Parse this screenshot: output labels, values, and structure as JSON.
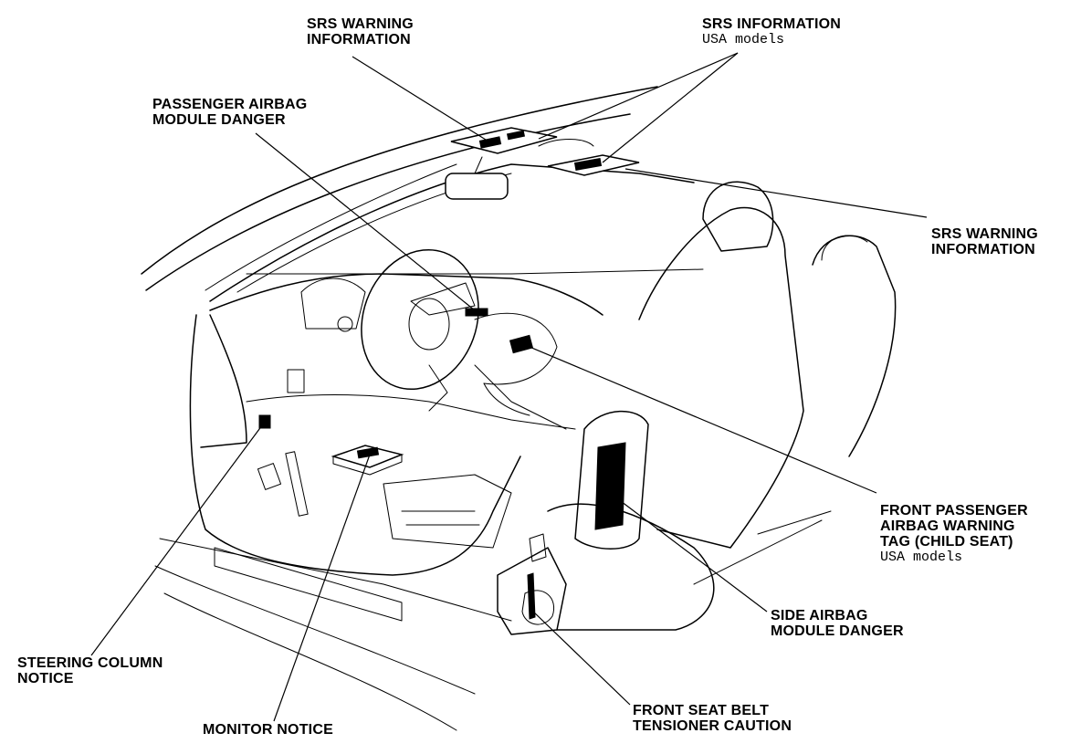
{
  "labels": {
    "srs_warning_top": {
      "line1": "SRS WARNING",
      "line2": "INFORMATION"
    },
    "srs_information": {
      "line1": "SRS INFORMATION",
      "sub": "USA models"
    },
    "passenger_airbag": {
      "line1": "PASSENGER AIRBAG",
      "line2": "MODULE DANGER"
    },
    "srs_warning_right": {
      "line1": "SRS WARNING",
      "line2": "INFORMATION"
    },
    "front_passenger_tag": {
      "line1": "FRONT PASSENGER",
      "line2": "AIRBAG WARNING",
      "line3": "TAG (CHILD SEAT)",
      "sub": "USA models"
    },
    "side_airbag": {
      "line1": "SIDE AIRBAG",
      "line2": "MODULE DANGER"
    },
    "steering_column": {
      "line1": "STEERING COLUMN",
      "line2": "NOTICE"
    },
    "monitor_notice": {
      "line1": "MONITOR NOTICE"
    },
    "seat_belt": {
      "line1": "FRONT SEAT BELT",
      "line2": "TENSIONER CAUTION"
    }
  }
}
